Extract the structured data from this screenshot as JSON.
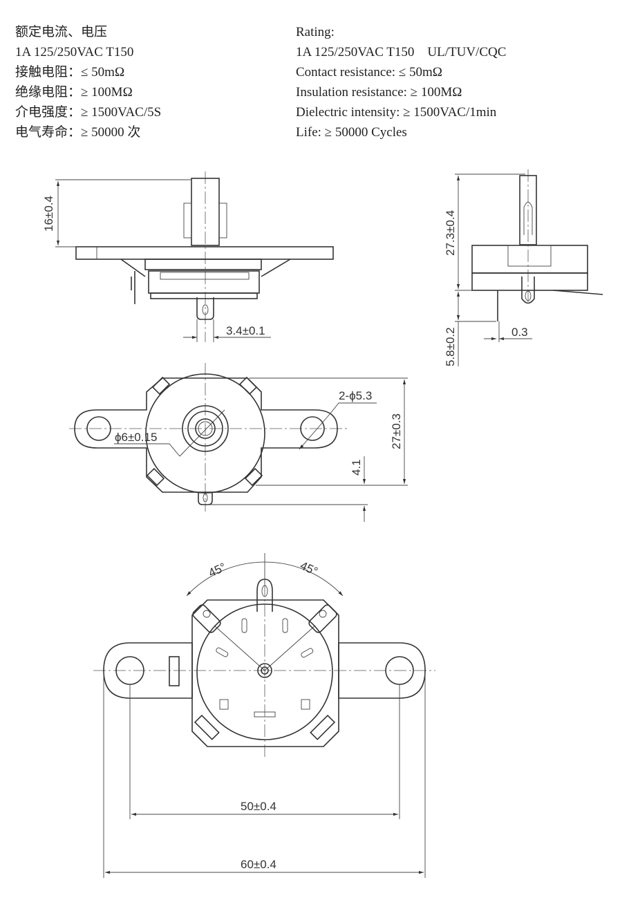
{
  "specs_cn": [
    "额定电流、电压",
    "1A 125/250VAC T150",
    "接触电阻：≤ 50mΩ",
    "绝缘电阻：≥ 100MΩ",
    "介电强度：≥ 1500VAC/5S",
    "电气寿命：≥ 50000 次"
  ],
  "specs_en": [
    "Rating:",
    "1A 125/250VAC T150    UL/TUV/CQC",
    "Contact resistance: ≤ 50mΩ",
    "Insulation resistance: ≥ 100MΩ",
    "Dielectric intensity: ≥ 1500VAC/1min",
    "Life: ≥ 50000 Cycles"
  ],
  "dimensions": {
    "shaft_height": "16±0.4",
    "tab_width": "3.4±0.1",
    "total_height": "27.3±0.4",
    "pin_length": "5.8±0.2",
    "pin_thickness": "0.3",
    "hole_dia": "2-ϕ5.3",
    "shaft_dia": "ϕ6±0.15",
    "body_depth": "27±0.3",
    "tab_offset": "4.1",
    "angle_left": "45°",
    "angle_right": "45°",
    "hole_pitch": "50±0.4",
    "overall_length": "60±0.4"
  }
}
